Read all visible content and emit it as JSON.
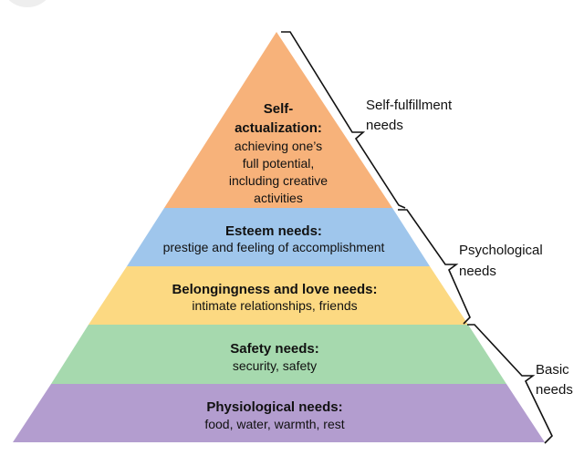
{
  "colors": {
    "self_actualization": "#f7b27a",
    "esteem": "#9fc6ec",
    "belonging": "#fcd982",
    "safety": "#a6d9ae",
    "physiological": "#b39dcf"
  },
  "levels": [
    {
      "title_lines": [
        "Self-",
        "actualization:"
      ],
      "desc_lines": [
        "achieving one’s",
        "full potential,",
        "including creative",
        "activities"
      ]
    },
    {
      "title_lines": [
        "Esteem needs:"
      ],
      "desc_lines": [
        "prestige and feeling of accomplishment"
      ]
    },
    {
      "title_lines": [
        "Belongingness and love needs:"
      ],
      "desc_lines": [
        "intimate relationships, friends"
      ]
    },
    {
      "title_lines": [
        "Safety needs:"
      ],
      "desc_lines": [
        "security, safety"
      ]
    },
    {
      "title_lines": [
        "Physiological needs:"
      ],
      "desc_lines": [
        "food, water, warmth, rest"
      ]
    }
  ],
  "groups": [
    {
      "lines": [
        "Self-fulfillment",
        "needs"
      ]
    },
    {
      "lines": [
        "Psychological",
        "needs"
      ]
    },
    {
      "lines": [
        "Basic",
        "needs"
      ]
    }
  ]
}
